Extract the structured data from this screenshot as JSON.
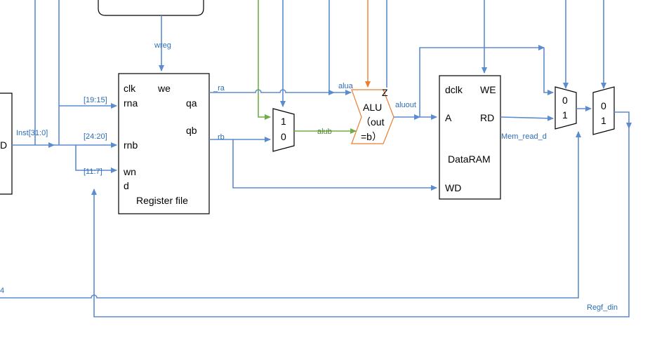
{
  "register_file": {
    "title": "Register file",
    "clk": "clk",
    "we": "we",
    "rna": "rna",
    "rnb": "rnb",
    "wn": "wn",
    "d": "d",
    "qa": "qa",
    "qb": "qb"
  },
  "alu": {
    "line1": "ALU",
    "line2": "（out",
    "line3": "=b）",
    "z": "Z"
  },
  "dataram": {
    "title": "DataRAM",
    "dclk": "dclk",
    "we": "WE",
    "a": "A",
    "rd": "RD",
    "wd": "WD"
  },
  "mux_alub": {
    "top": "1",
    "bottom": "0"
  },
  "mux_mem": {
    "top": "0",
    "bottom": "1"
  },
  "mux_final": {
    "top": "0",
    "bottom": "1"
  },
  "left_block": {
    "label": "D"
  },
  "signals": {
    "wreg": "wreg",
    "inst": "Inst[31:0]",
    "bits_19_15": "[19:15]",
    "bits_24_20": "[24:20]",
    "bits_11_7": "[11:7]",
    "ra": "_ra",
    "rb": "rb",
    "alua": "alua",
    "alub": "alub",
    "aluout": "aluout",
    "mem_read_d": "Mem_read_d",
    "regf_din": "Regf_din",
    "left_num": "4"
  }
}
